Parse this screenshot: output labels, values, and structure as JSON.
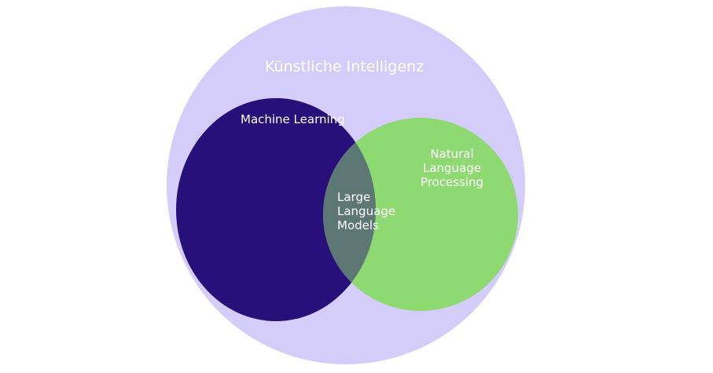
{
  "colors": {
    "ai": "#d4cdfa",
    "ml": "#27107a",
    "nlp": "#8fd973",
    "overlap": "#5d7775",
    "text": "#ffffff"
  },
  "labels": {
    "ai": "Künstliche Intelligenz",
    "ml": "Machine Learning",
    "nlp": [
      "Natural",
      "Language",
      "Processing"
    ],
    "llm": [
      "Large",
      "Language",
      "Models"
    ]
  }
}
